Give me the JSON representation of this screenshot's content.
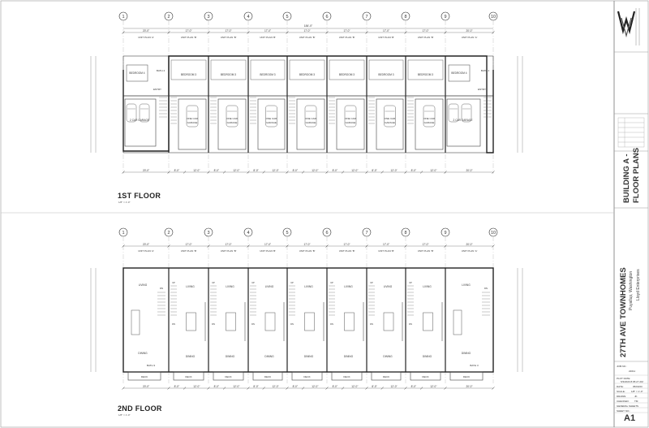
{
  "project": {
    "title": "27TH AVE TOWNHOMES",
    "location": "Puyallup, Washington",
    "client": "Lloyd Enterprises"
  },
  "sheet": {
    "title_line1": "BUILDING A -",
    "title_line2": "FLOOR PLANS",
    "number": "A1",
    "job_no_label": "JOB NO.:",
    "job_no": "22011",
    "plot_date_label": "PLOT DATE:",
    "plot_date": "5/3/2023 8:05:27 AM",
    "date_label": "DATE:",
    "date": "05/03/23",
    "scale_label": "SCALE:",
    "scale": "1/8\" = 1'-0\"",
    "drawn_label": "DRAWN:",
    "drawn": "JK",
    "checked_label": "CHECKED:",
    "checked": "TM",
    "general_label": "GENERAL SHEETS",
    "sheet_no_label": "SHEET NO.:"
  },
  "floors": [
    {
      "title": "1ST FLOOR",
      "scale": "1/8\" = 1'-0\""
    },
    {
      "title": "2ND FLOOR",
      "scale": "1/8\" = 1'-0\""
    }
  ],
  "grid_lines": [
    "1",
    "2",
    "3",
    "4",
    "5",
    "6",
    "7",
    "8",
    "9",
    "10"
  ],
  "plan1": {
    "overall": "184'-0\"",
    "units": [
      "UNIT PLAN 'A'",
      "UNIT PLAN 'B'",
      "UNIT PLAN 'B'",
      "UNIT PLAN 'B'",
      "UNIT PLAN 'B'",
      "UNIT PLAN 'B'",
      "UNIT PLAN 'B'",
      "UNIT PLAN 'B'",
      "UNIT PLAN 'A'"
    ],
    "top_dims": [
      "20'-0\"",
      "17'-0\"",
      "17'-0\"",
      "17'-0\"",
      "17'-0\"",
      "17'-0\"",
      "17'-0\"",
      "17'-0\"",
      "20'-0\""
    ],
    "bot_dims": [
      "20'-0\"",
      "8'-0\"",
      "12'-0\"",
      "8'-0\"",
      "12'-0\"",
      "8'-0\"",
      "12'-0\"",
      "8'-0\"",
      "12'-0\"",
      "8'-0\"",
      "12'-0\"",
      "8'-0\"",
      "12'-0\"",
      "8'-0\"",
      "12'-0\"",
      "20'-0\""
    ],
    "rooms": {
      "bedroom4": "BEDROOM 4",
      "bedroom3": "BEDROOM 3",
      "bath4": "BATH 4",
      "entry": "ENTRY",
      "garage2": "2 CAR GARAGE",
      "garage1": "ONE CAR GARAGE"
    }
  },
  "plan2": {
    "units": [
      "UNIT PLAN 'A'",
      "UNIT PLAN 'B'",
      "UNIT PLAN 'B'",
      "UNIT PLAN 'B'",
      "UNIT PLAN 'B'",
      "UNIT PLAN 'B'",
      "UNIT PLAN 'B'",
      "UNIT PLAN 'B'",
      "UNIT PLAN 'A'"
    ],
    "top_dims": [
      "20'-0\"",
      "17'-0\"",
      "17'-0\"",
      "17'-0\"",
      "17'-0\"",
      "17'-0\"",
      "17'-0\"",
      "17'-0\"",
      "20'-0\""
    ],
    "bot_dims": [
      "20'-0\"",
      "8'-0\"",
      "12'-0\"",
      "8'-0\"",
      "12'-0\"",
      "8'-0\"",
      "12'-0\"",
      "8'-0\"",
      "12'-0\"",
      "8'-0\"",
      "12'-0\"",
      "8'-0\"",
      "12'-0\"",
      "8'-0\"",
      "12'-0\"",
      "20'-0\""
    ],
    "rooms": {
      "living": "LIVING",
      "dining": "DINING",
      "deck": "DECK",
      "bath3": "BATH 3",
      "up": "UP",
      "dn": "DN"
    }
  },
  "colors": {
    "line": "#2b2b2b",
    "light": "#9a9a9a",
    "paper": "#ffffff"
  }
}
